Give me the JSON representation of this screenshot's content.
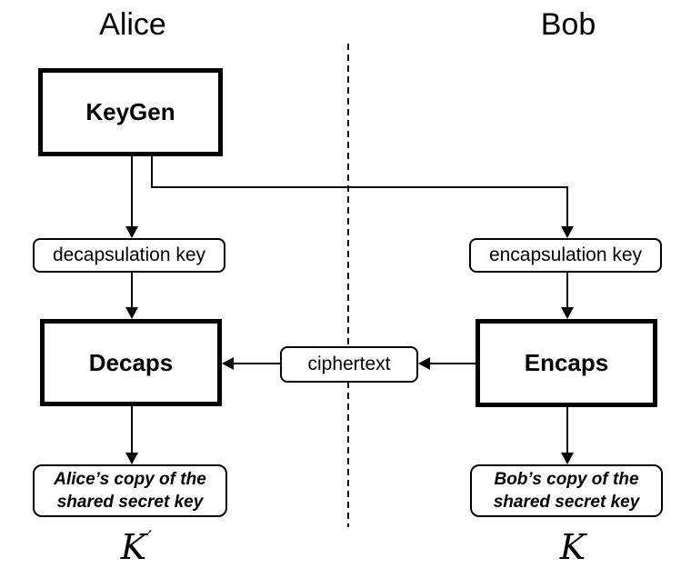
{
  "diagram": {
    "parties": {
      "left": "Alice",
      "right": "Bob"
    },
    "nodes": {
      "keygen": "KeyGen",
      "decapsulation_key": "decapsulation key",
      "encapsulation_key": "encapsulation key",
      "decaps": "Decaps",
      "encaps": "Encaps",
      "ciphertext": "ciphertext",
      "alice_secret_line1": "Alice’s copy of the",
      "alice_secret_line2": "shared secret key",
      "bob_secret_line1": "Bob’s copy of the",
      "bob_secret_line2": "shared secret key"
    },
    "outputs": {
      "k_prime": {
        "base": "K",
        "prime": "′"
      },
      "k": {
        "base": "K"
      }
    },
    "edges": [
      "KeyGen -> decapsulation key",
      "KeyGen -> encapsulation key",
      "decapsulation key -> Decaps",
      "encapsulation key -> Encaps",
      "Encaps -> ciphertext",
      "ciphertext -> Decaps",
      "Decaps -> Alice’s copy of the shared secret key",
      "Encaps -> Bob’s copy of the shared secret key"
    ],
    "colors": {
      "ink": "#000000",
      "divider": "#4a4a4a",
      "background": "#ffffff"
    }
  }
}
